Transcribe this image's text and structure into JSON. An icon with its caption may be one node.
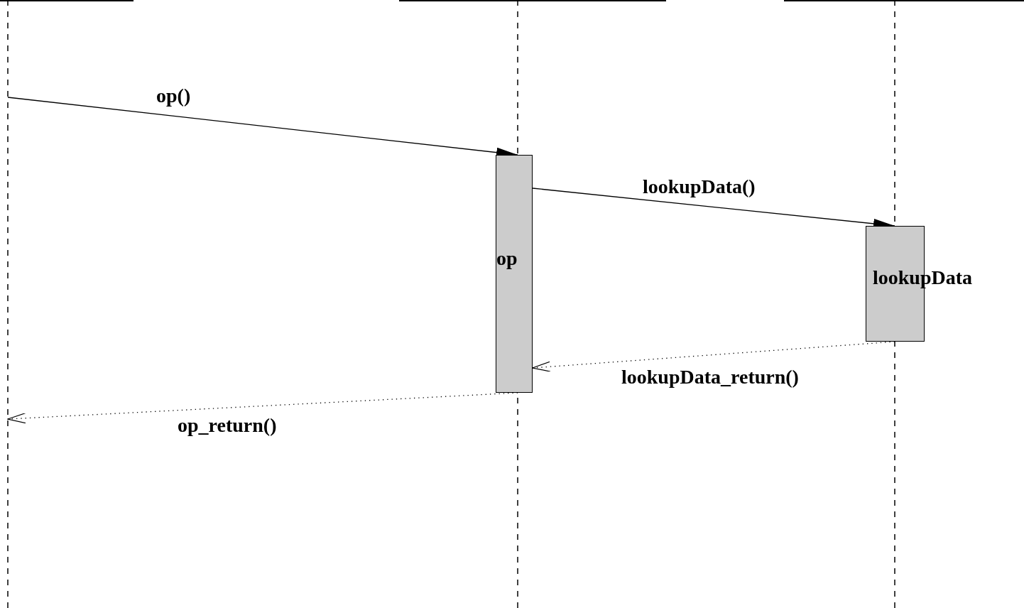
{
  "diagram": {
    "nodes": [
      {
        "text": [
          "op"
        ]
      },
      {
        "text": [
          "lookupData"
        ]
      }
    ],
    "edges": [
      {
        "from": null,
        "to": 0,
        "arrow": "to",
        "label": "op()"
      },
      {
        "from": 0,
        "to": 1,
        "arrow": "to",
        "label": "lookupData()"
      },
      {
        "from": 1,
        "to": 0,
        "arrow": "to",
        "label": "lookupData_return()",
        "style": "dashed"
      },
      {
        "from": 0,
        "to": null,
        "arrow": "to",
        "label": "op_return()",
        "style": "dashed"
      }
    ]
  }
}
